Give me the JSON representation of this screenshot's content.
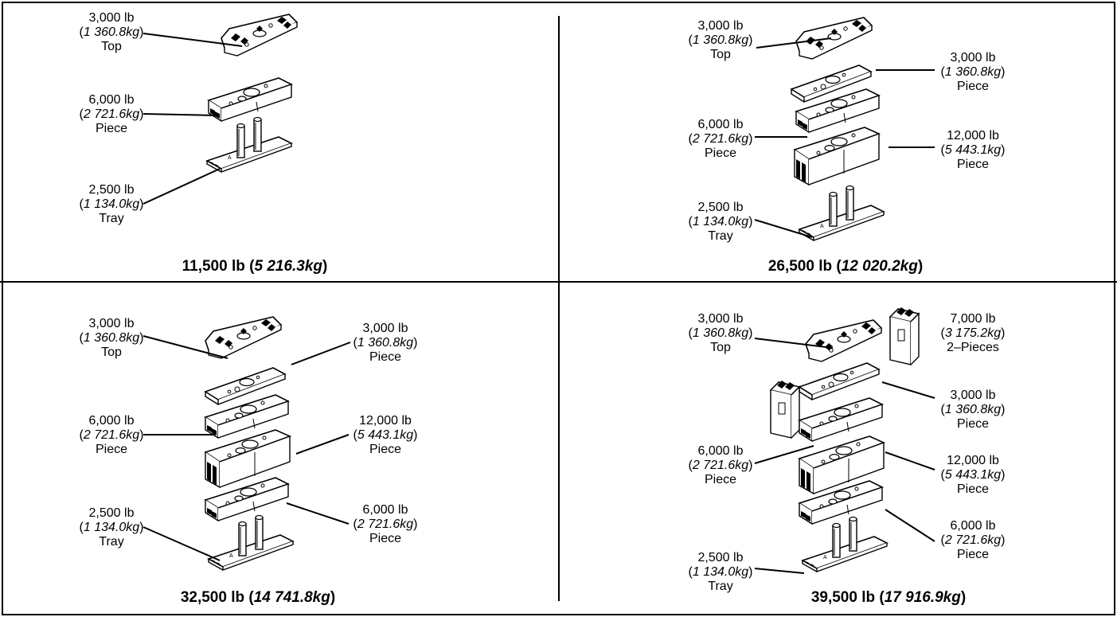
{
  "panels": [
    {
      "id": "tl",
      "total": {
        "lb": "11,500 lb",
        "kg": "5 216.3kg"
      },
      "labels": [
        {
          "weight": "3,000 lb",
          "kg": "1 360.8kg",
          "part": "Top"
        },
        {
          "weight": "6,000 lb",
          "kg": "2 721.6kg",
          "part": "Piece"
        },
        {
          "weight": "2,500 lb",
          "kg": "1 134.0kg",
          "part": "Tray"
        }
      ]
    },
    {
      "id": "tr",
      "total": {
        "lb": "26,500 lb",
        "kg": "12 020.2kg"
      },
      "labels": [
        {
          "weight": "3,000 lb",
          "kg": "1 360.8kg",
          "part": "Top"
        },
        {
          "weight": "3,000 lb",
          "kg": "1 360.8kg",
          "part": "Piece"
        },
        {
          "weight": "6,000 lb",
          "kg": "2 721.6kg",
          "part": "Piece"
        },
        {
          "weight": "12,000 lb",
          "kg": "5 443.1kg",
          "part": "Piece"
        },
        {
          "weight": "2,500 lb",
          "kg": "1 134.0kg",
          "part": "Tray"
        }
      ]
    },
    {
      "id": "bl",
      "total": {
        "lb": "32,500 lb",
        "kg": "14 741.8kg"
      },
      "labels": [
        {
          "weight": "3,000 lb",
          "kg": "1 360.8kg",
          "part": "Top"
        },
        {
          "weight": "3,000 lb",
          "kg": "1 360.8kg",
          "part": "Piece"
        },
        {
          "weight": "6,000 lb",
          "kg": "2 721.6kg",
          "part": "Piece"
        },
        {
          "weight": "12,000 lb",
          "kg": "5 443.1kg",
          "part": "Piece"
        },
        {
          "weight": "2,500 lb",
          "kg": "1 134.0kg",
          "part": "Tray"
        },
        {
          "weight": "6,000 lb",
          "kg": "2 721.6kg",
          "part": "Piece"
        }
      ]
    },
    {
      "id": "br",
      "total": {
        "lb": "39,500 lb",
        "kg": "17 916.9kg"
      },
      "labels": [
        {
          "weight": "3,000 lb",
          "kg": "1 360.8kg",
          "part": "Top"
        },
        {
          "weight": "7,000 lb",
          "kg": "3 175.2kg",
          "part": "2–Pieces"
        },
        {
          "weight": "3,000 lb",
          "kg": "1 360.8kg",
          "part": "Piece"
        },
        {
          "weight": "6,000 lb",
          "kg": "2 721.6kg",
          "part": "Piece"
        },
        {
          "weight": "12,000 lb",
          "kg": "5 443.1kg",
          "part": "Piece"
        },
        {
          "weight": "6,000 lb",
          "kg": "2 721.6kg",
          "part": "Piece"
        },
        {
          "weight": "2,500 lb",
          "kg": "1 134.0kg",
          "part": "Tray"
        }
      ]
    }
  ]
}
